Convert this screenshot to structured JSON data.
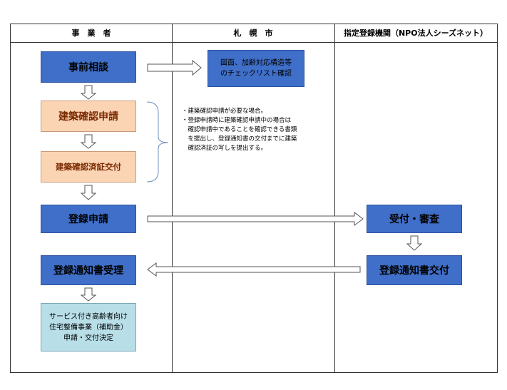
{
  "columns": {
    "col1": "事　業　者",
    "col2": "札　幌　市",
    "col3": "指定登録機関（NPO法人シーズネット）"
  },
  "steps": {
    "consult": "事前相談",
    "checklist": "図面、加齢対応構造等\nのチェックリスト確認",
    "build_apply": "建築確認申請",
    "build_cert": "建築確認済証交付",
    "register_apply": "登録申請",
    "receipt_review": "受付・審査",
    "notice_issue": "登録通知書交付",
    "notice_receive": "登録通知書受理",
    "subsidy": "サービス付き高齢者向け\n住宅整備事業（補助金）\n申請・交付決定"
  },
  "note": "・建築確認申請が必要な場合。\n・登録申請時に建築確認申請中の場合は\n　確認申請中であることを確認できる書類\n　を提出し、登録通知書の交付までに建築\n　確認済証の写しを提出する。",
  "colors": {
    "blue": "#3f6fc8",
    "peach": "#fbd4b4",
    "light": "#b8dee8"
  }
}
